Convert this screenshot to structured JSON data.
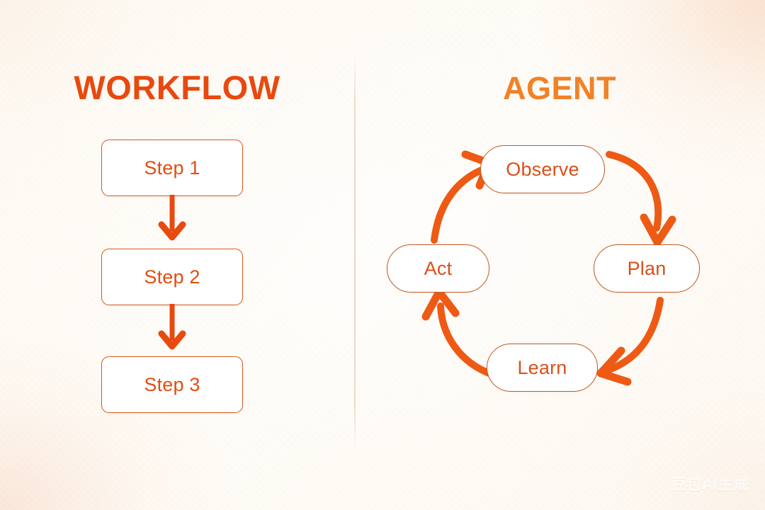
{
  "colors": {
    "background": "#FDFAF4",
    "workflow_title": "#E8490F",
    "agent_title": "#F08227",
    "box_border": "#D45A1E",
    "node_border": "#C05A22",
    "label_text": "#E04E12",
    "arrow": "#E8490F",
    "arc": "#EE5A14",
    "divider": "#E7CDC0"
  },
  "workflow": {
    "title": "WORKFLOW",
    "steps": [
      {
        "label": "Step 1"
      },
      {
        "label": "Step 2"
      },
      {
        "label": "Step 3"
      }
    ],
    "arrows": [
      {
        "name": "down-arrow-step1-step2"
      },
      {
        "name": "down-arrow-step2-step3"
      }
    ]
  },
  "agent": {
    "title": "AGENT",
    "nodes": [
      {
        "id": "observe",
        "label": "Observe"
      },
      {
        "id": "plan",
        "label": "Plan"
      },
      {
        "id": "learn",
        "label": "Learn"
      },
      {
        "id": "act",
        "label": "Act"
      }
    ],
    "arcs": [
      {
        "name": "arc-observe-to-plan",
        "from": "Observe",
        "to": "Plan"
      },
      {
        "name": "arc-plan-to-learn",
        "from": "Plan",
        "to": "Learn"
      },
      {
        "name": "arc-learn-to-act",
        "from": "Learn",
        "to": "Act"
      },
      {
        "name": "arc-act-to-observe",
        "from": "Act",
        "to": "Observe"
      }
    ]
  },
  "watermark": {
    "text": "豆包AI生成"
  }
}
